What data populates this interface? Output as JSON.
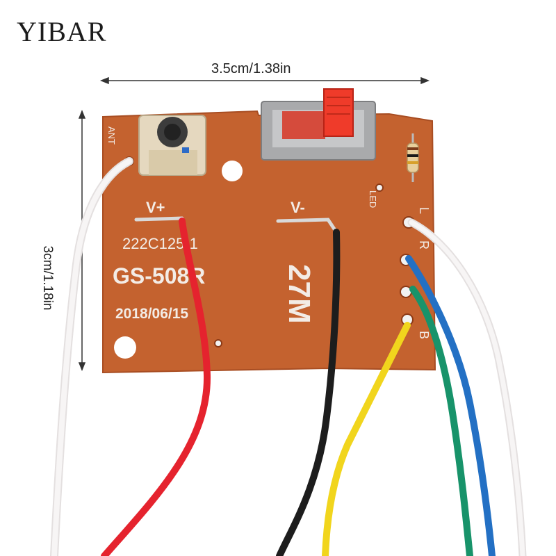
{
  "brand": {
    "logo": "YIBAR"
  },
  "dimensions": {
    "width_label": "3.5cm/1.38in",
    "height_label": "3cm/1.18in"
  },
  "board": {
    "part_code": "222C125-1",
    "model": "GS-508R",
    "date": "2018/06/15",
    "frequency": "27M",
    "labels": {
      "ant": "ANT",
      "v_plus": "V+",
      "v_minus": "V-",
      "led": "LED",
      "l": "L",
      "r": "R",
      "b": "B"
    }
  },
  "colors": {
    "pcb": "#c4622f",
    "switch_knob": "#ef3b2a",
    "wire_white": "#f1eeee",
    "wire_red": "#e5232e",
    "wire_black": "#1d1d1d",
    "wire_yellow": "#f1d51d",
    "wire_green": "#18936a",
    "wire_blue": "#2370c4"
  }
}
